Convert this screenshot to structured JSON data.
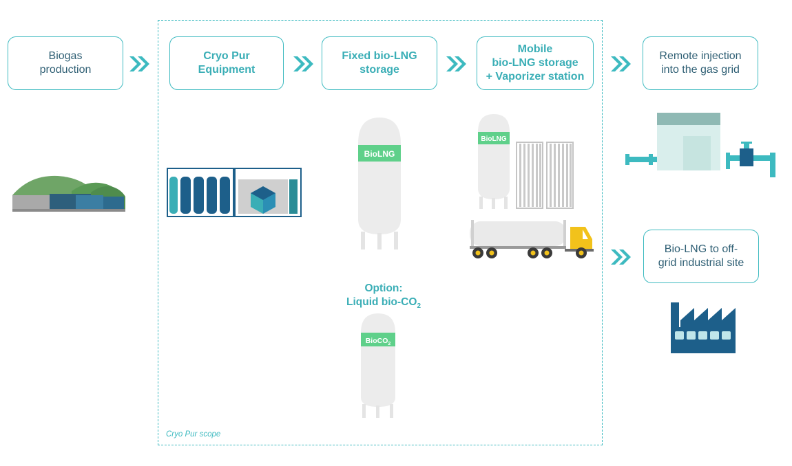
{
  "boxes": {
    "biogas": [
      "Biogas",
      "production"
    ],
    "cryo": [
      "Cryo Pur",
      "Equipment"
    ],
    "fixed": [
      "Fixed bio-LNG",
      "storage"
    ],
    "mobile": [
      "Mobile",
      "bio-LNG storage",
      "+ Vaporizer station"
    ],
    "remote": [
      "Remote injection",
      "into the gas grid"
    ],
    "offgrid": [
      "Bio-LNG to off-",
      "grid industrial site"
    ]
  },
  "option": {
    "title": "Option:",
    "subtitle": "Liquid bio-CO",
    "subscript": "2"
  },
  "tank_labels": {
    "fixed": "BioLNG",
    "mobile": "BioLNG",
    "co2": "BioCO",
    "co2_sub": "2"
  },
  "scope_label": "Cryo Pur scope",
  "colors": {
    "teal": "#3dbac0",
    "dark_text": "#2f5f74",
    "green_band": "#5fd08a",
    "tank_gray": "#e9e9e9",
    "navy": "#1d5f8a",
    "truck_yellow": "#f2c21b"
  },
  "icons": {
    "biogas": "biogas-digester-icon",
    "cryo": "cryo-pur-equipment-icon",
    "fixed": "fixed-lng-tank-icon",
    "mobile": "mobile-lng-tank-icon",
    "vaporizer": "vaporizer-icon",
    "truck": "tanker-truck-icon",
    "grid": "gas-grid-injection-icon",
    "factory": "factory-icon",
    "co2": "co2-tank-icon",
    "arrow": "double-chevron-icon"
  }
}
